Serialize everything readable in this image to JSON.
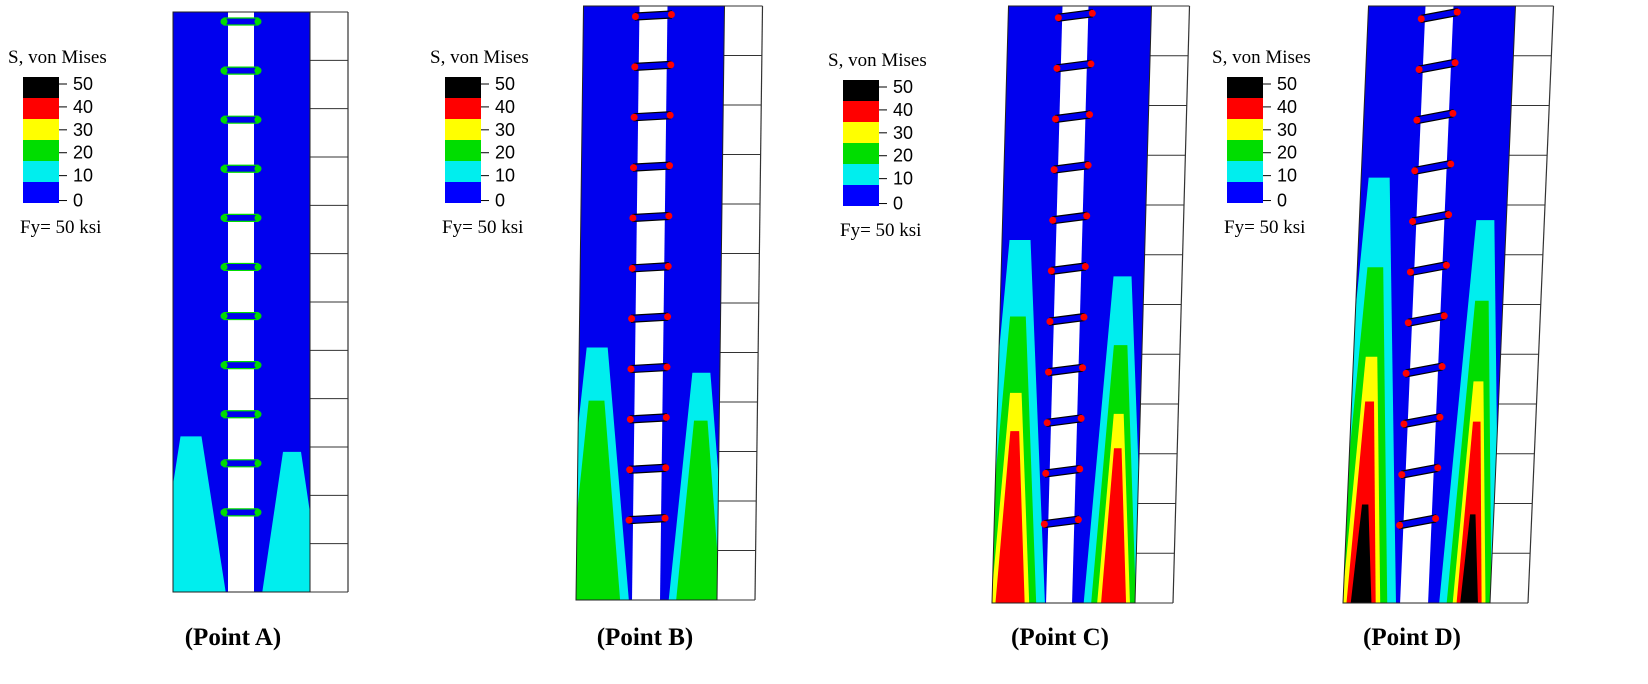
{
  "legend": {
    "title": "S, von Mises",
    "ticks": [
      "50",
      "40",
      "30",
      "20",
      "10",
      "0"
    ],
    "note": "Fy= 50 ksi",
    "band_colors": [
      "#000000",
      "#ff0000",
      "#ffff00",
      "#00dd00",
      "#00eeee",
      "#0000ff"
    ]
  },
  "panels": [
    {
      "id": "A",
      "caption": "(Point A)",
      "drift": 0.0,
      "stress_level": 0.15
    },
    {
      "id": "B",
      "caption": "(Point B)",
      "drift": 0.25,
      "stress_level": 0.45
    },
    {
      "id": "C",
      "caption": "(Point C)",
      "drift": 0.55,
      "stress_level": 0.8
    },
    {
      "id": "D",
      "caption": "(Point D)",
      "drift": 0.85,
      "stress_level": 1.0
    }
  ],
  "colors": {
    "background": "#ffffff",
    "wall": "#0000ee",
    "frame_line": "#333333"
  }
}
